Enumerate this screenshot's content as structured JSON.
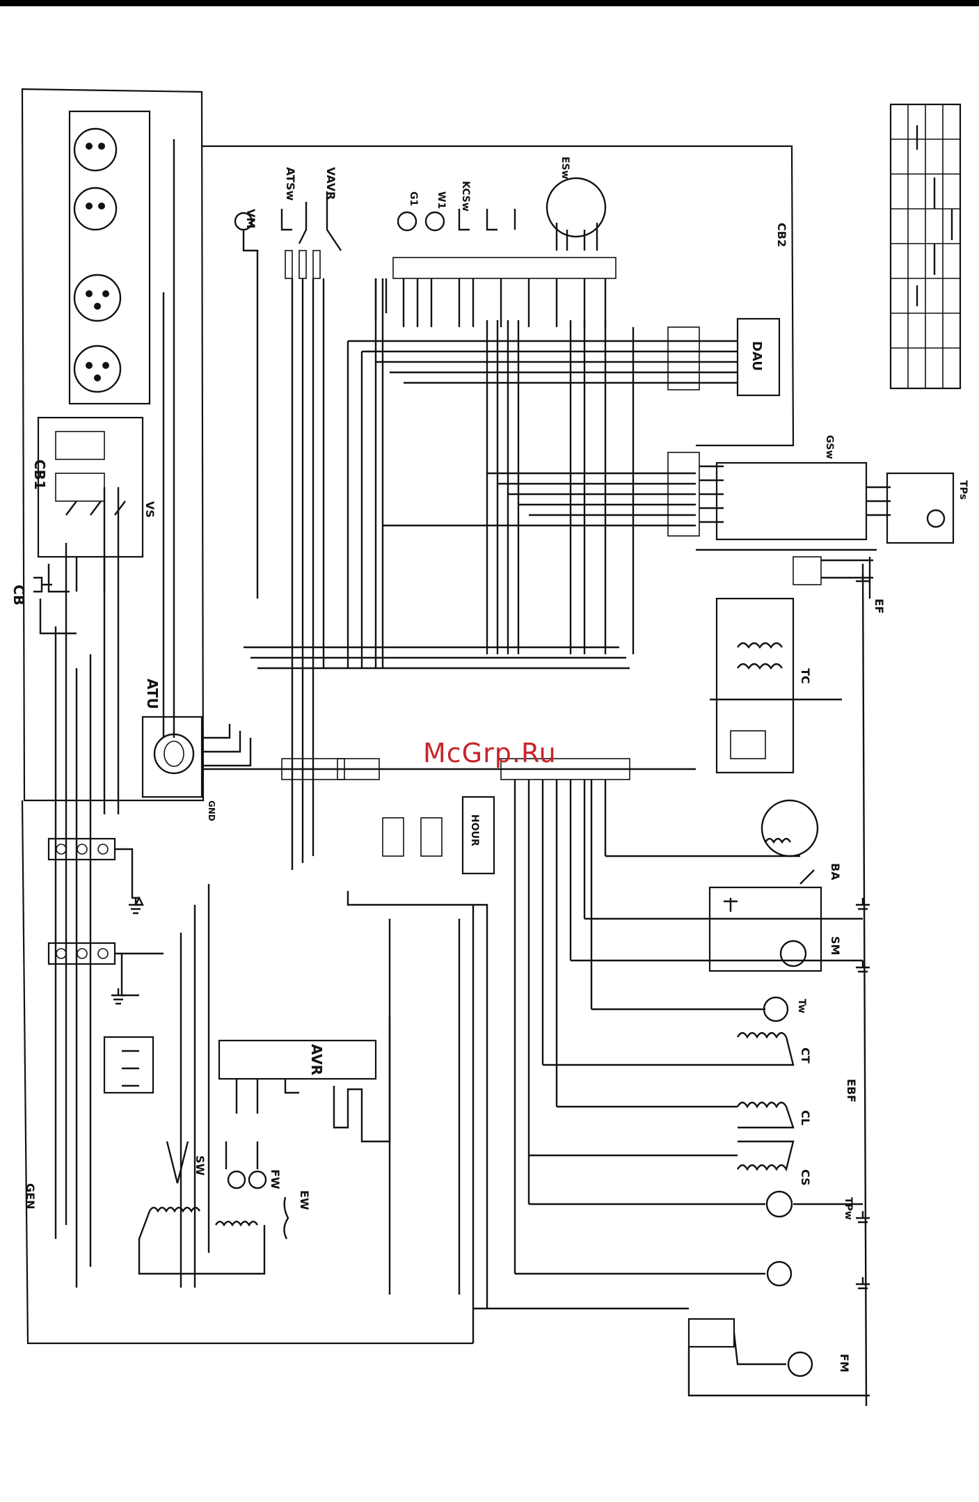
{
  "watermark": "McGrp.Ru",
  "labels": {
    "cb1": "CB1",
    "cb": "CB",
    "vs": "VS",
    "atu": "ATU",
    "vm": "VM",
    "atsw": "ATSw",
    "vavr": "VAVR",
    "cb2": "CB2",
    "dau": "DAU",
    "avr": "AVR",
    "gen": "GEN",
    "fw": "FW",
    "ew": "EW",
    "sw": "SW",
    "ba": "BA",
    "sm": "SM",
    "fm": "FM",
    "tc": "TC",
    "cl": "CL",
    "ct": "CT",
    "cs": "CS",
    "g1": "G1",
    "w1": "W1",
    "kcsw": "KCSw",
    "esw": "ESw",
    "ef": "EF",
    "ebf": "EBF",
    "hour": "HOUR",
    "tw": "Tw",
    "tps": "TPs",
    "tpw": "TPw",
    "gsw": "GSw",
    "gnd": "GND"
  }
}
